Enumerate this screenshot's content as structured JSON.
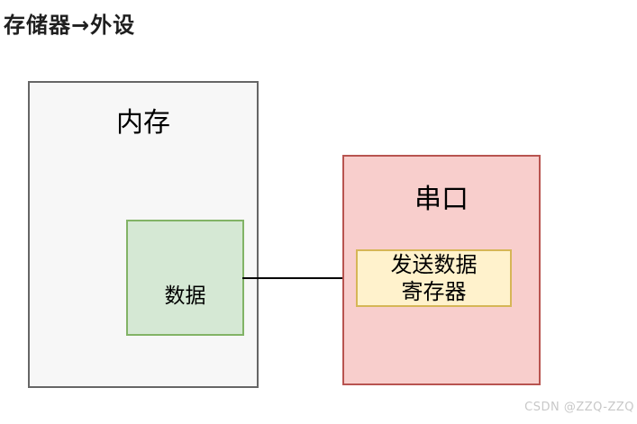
{
  "title": "存储器→外设",
  "diagram": {
    "memory": {
      "label": "内存",
      "data_label": "数据"
    },
    "serial": {
      "label": "串口",
      "register_line1": "发送数据",
      "register_line2": "寄存器"
    },
    "arrow": {
      "from": "数据",
      "to": "发送数据寄存器",
      "direction": "left-to-right"
    }
  },
  "watermark": "CSDN @ZZQ-ZZQ",
  "colors": {
    "memory_box_fill": "#f7f7f7",
    "memory_box_border": "#666666",
    "data_box_fill": "#d5e8d4",
    "data_box_border": "#82b366",
    "serial_box_fill": "#f8cecc",
    "serial_box_border": "#b85450",
    "register_box_fill": "#fff2cc",
    "register_box_border": "#d6b656",
    "arrow_color": "#000000",
    "title_color": "#1f1f1f",
    "watermark_color": "#c8c8c8"
  }
}
